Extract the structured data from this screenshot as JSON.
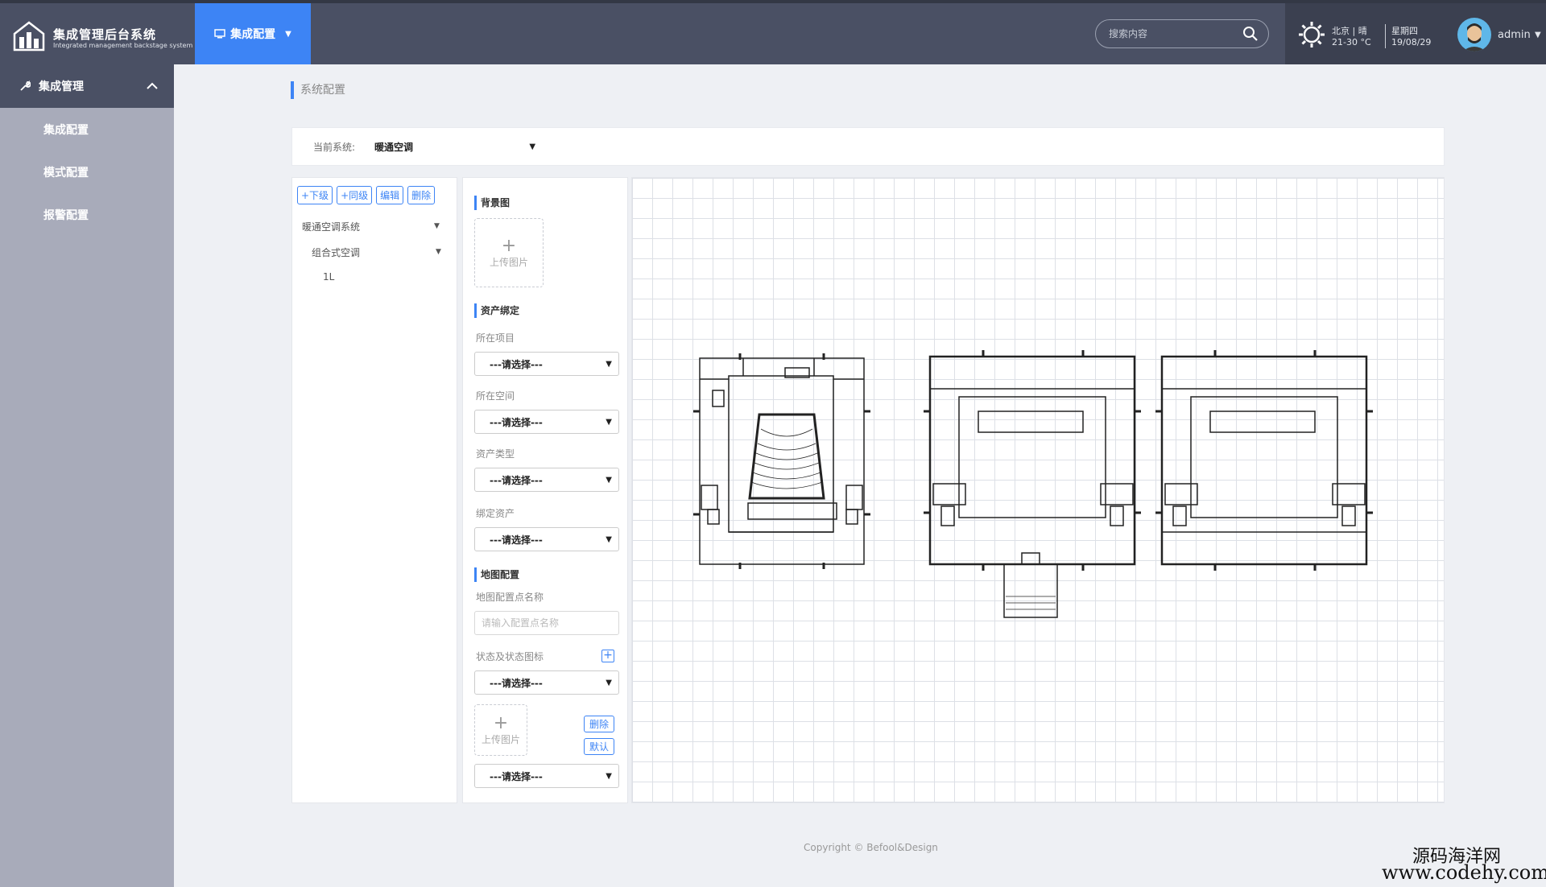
{
  "header": {
    "brand_title": "集成管理后台系统",
    "brand_subtitle": "Integrated management backstage system",
    "nav_active_label": "集成配置",
    "search_placeholder": "搜索内容",
    "weather_city": "北京 | 晴",
    "weather_temp": "21-30 °C",
    "weekday": "星期四",
    "date": "19/08/29",
    "username": "admin",
    "accent_color": "#3d84f5"
  },
  "sidebar": {
    "section_label": "集成管理",
    "items": [
      {
        "label": "集成配置"
      },
      {
        "label": "模式配置"
      },
      {
        "label": "报警配置"
      }
    ]
  },
  "main": {
    "page_title": "系统配置",
    "current_system_label": "当前系统:",
    "current_system_value": "暖通空调"
  },
  "tree": {
    "buttons": [
      "+下级",
      "+同级",
      "编辑",
      "删除"
    ],
    "nodes": [
      "暖通空调系统",
      "组合式空调",
      "1L"
    ]
  },
  "form": {
    "background_title": "背景图",
    "upload_label": "上传图片",
    "asset_title": "资产绑定",
    "project_label": "所在项目",
    "space_label": "所在空间",
    "asset_type_label": "资产类型",
    "bind_asset_label": "绑定资产",
    "select_placeholder": "---请选择---",
    "map_title": "地图配置",
    "map_point_label": "地图配置点名称",
    "map_point_placeholder": "请输入配置点名称",
    "status_icon_label": "状态及状态图标",
    "delete_label": "删除",
    "default_label": "默认"
  },
  "footer": {
    "copyright": "Copyright © Befool&Design",
    "watermark_cn": "源码海洋网",
    "watermark_url": "www.codehy.com"
  }
}
